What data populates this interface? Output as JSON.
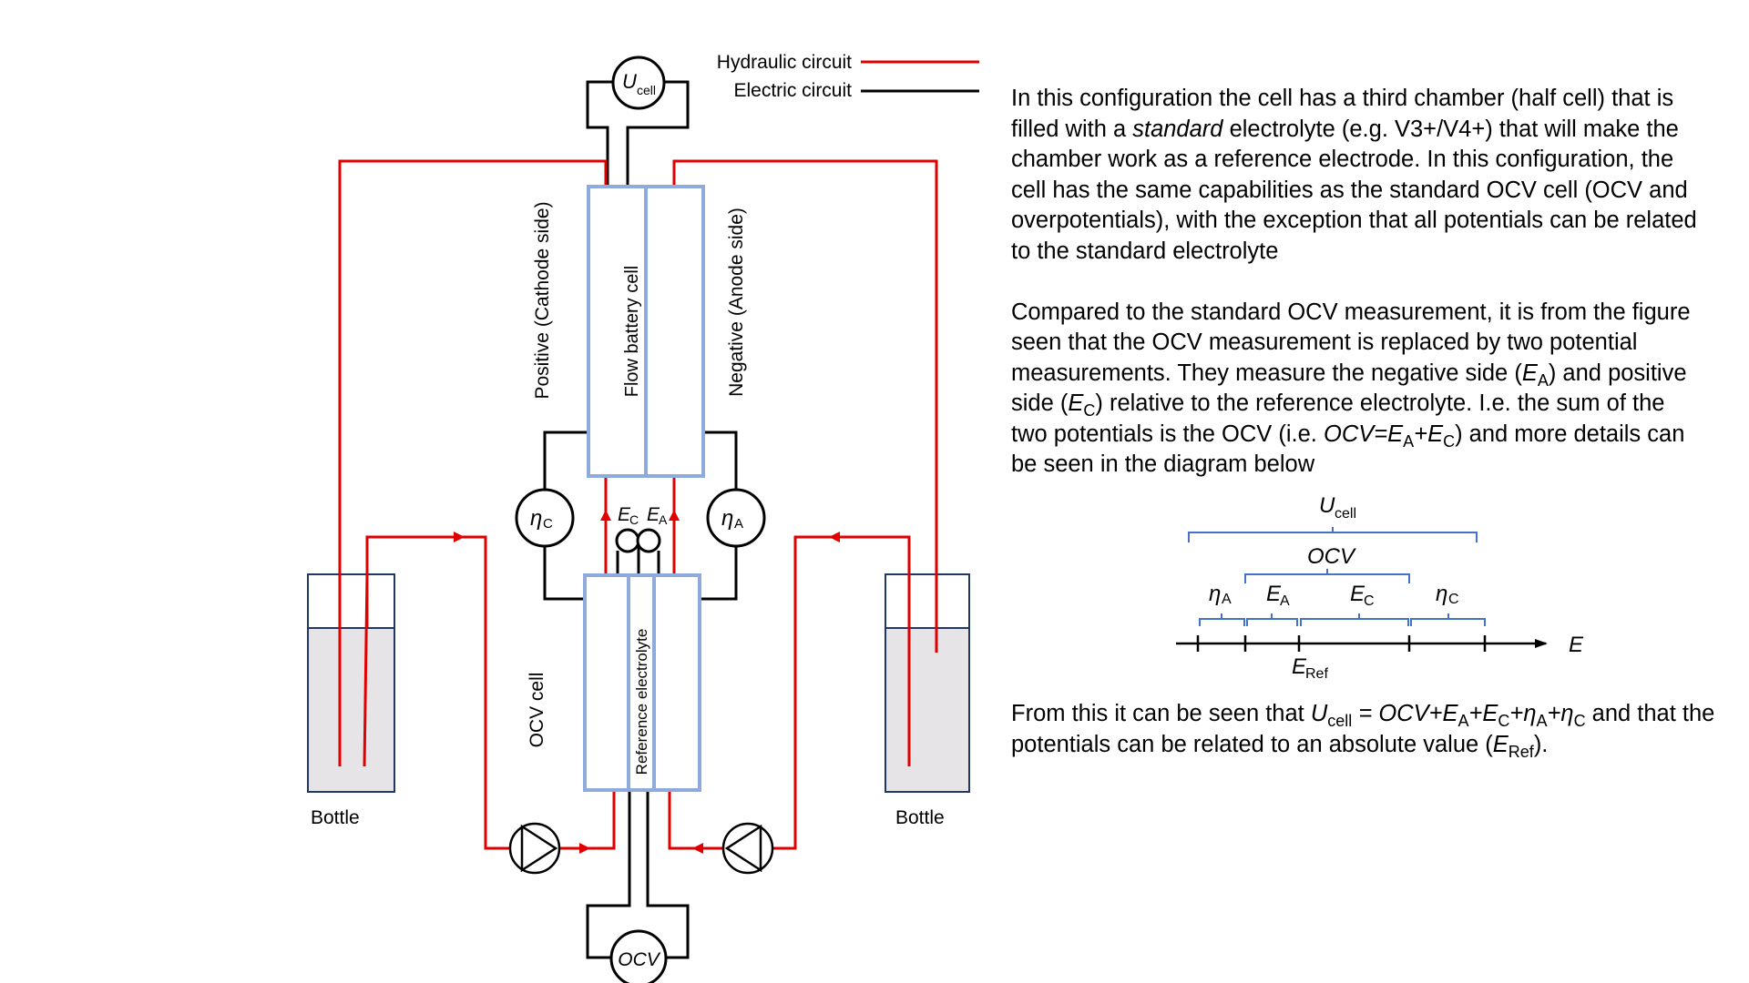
{
  "legend": {
    "hydraulic": "Hydraulic circuit",
    "electric": "Electric circuit"
  },
  "labels": {
    "ucell_main": "U",
    "ucell_sub": "cell",
    "positive_side": "Positive (Cathode side)",
    "negative_side": "Negative (Anode side)",
    "flow_battery_cell": "Flow battery cell",
    "ocv_cell": "OCV cell",
    "reference_electrolyte": "Reference electrolyte",
    "eta_main": "η",
    "c_sub": "C",
    "a_sub": "A",
    "e_main": "E",
    "bottle_left": "Bottle",
    "bottle_right": "Bottle",
    "ocv_meter": "OCV"
  },
  "paragraphs": {
    "p1_before_italic": "In this configuration the cell has a third chamber (half cell) that is filled with a ",
    "p1_italic": "standard",
    "p1_after_italic": " electrolyte (e.g. V3+/V4+) that will make the chamber work as a reference electrode. In this configuration, the cell has the same capabilities as the standard OCV cell (OCV and overpotentials), with the exception that all potentials can be related to the standard electrolyte",
    "p2_part1": "Compared to the standard OCV measurement, it is from the figure seen that the OCV measurement is replaced by two potential measurements. They measure the negative side (",
    "p2_part2": ") and positive side (",
    "p2_part3": ") relative to the reference electrolyte. I.e. the sum of the two potentials is the OCV (i.e. ",
    "p2_eq_ocv": "OCV=E",
    "p2_eq_plus": "+E",
    "p2_part4": ") and more details can be seen in the diagram below",
    "p3_part1": "From this it can be seen that ",
    "p3_eq": " = OCV+E",
    "p3_part2": " and that the potentials can be related to an absolute value (",
    "p3_part3": ")."
  },
  "potential_diagram": {
    "ucell": "U",
    "ucell_sub": "cell",
    "ocv": "OCV",
    "eta": "η",
    "e": "E",
    "a_sub": "A",
    "c_sub": "C",
    "ref_sub": "Ref",
    "axis_label": "E"
  },
  "colors": {
    "hydraulic": "#e00000",
    "electric": "#000000",
    "cell_border": "#8faadc",
    "bracket": "#4472c4",
    "bottle_border": "#1f3864",
    "liquid": "#e6e4e6"
  }
}
